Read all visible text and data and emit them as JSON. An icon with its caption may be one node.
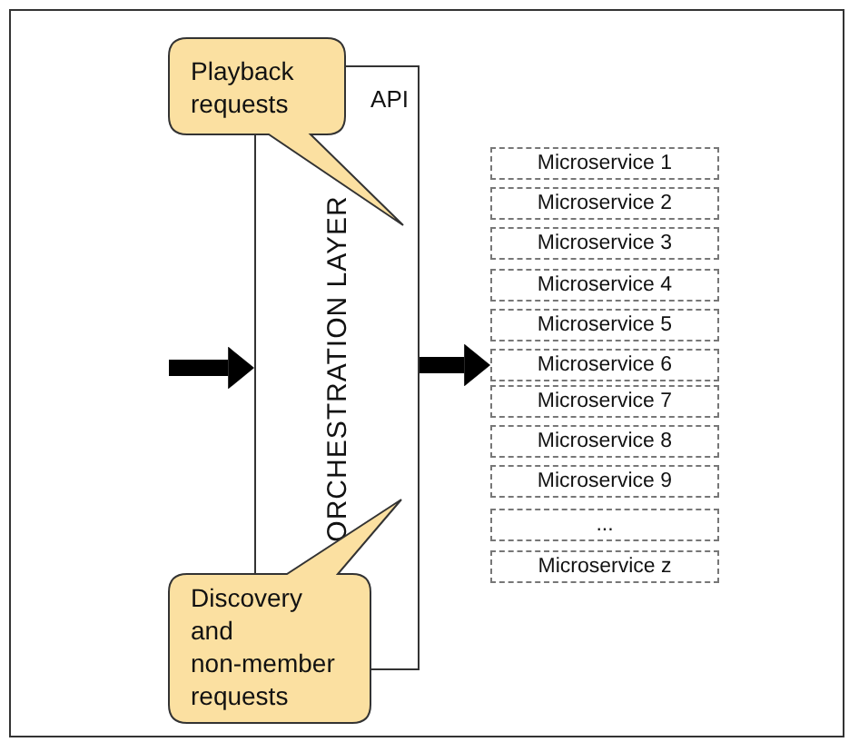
{
  "diagram": {
    "nodes": [
      {
        "text": [
          "API",
          "ORCHESTRATION LAYER"
        ]
      },
      {
        "text": [
          "Playback requests"
        ]
      },
      {
        "text": [
          "Discovery and non-member requests"
        ]
      },
      {
        "text": [
          "Microservice 1"
        ]
      },
      {
        "text": [
          "Microservice 2"
        ]
      },
      {
        "text": [
          "Microservice 3"
        ]
      },
      {
        "text": [
          "Microservice 4"
        ]
      },
      {
        "text": [
          "Microservice 5"
        ]
      },
      {
        "text": [
          "Microservice 6"
        ]
      },
      {
        "text": [
          "Microservice 7"
        ]
      },
      {
        "text": [
          "Microservice 8"
        ]
      },
      {
        "text": [
          "Microservice 9"
        ]
      },
      {
        "text": [
          "..."
        ]
      },
      {
        "text": [
          "Microservice z"
        ]
      }
    ],
    "edges": [
      {
        "from": null,
        "to": 0,
        "arrow": "to"
      },
      {
        "from": 0,
        "to": 8,
        "arrow": "to"
      }
    ]
  }
}
